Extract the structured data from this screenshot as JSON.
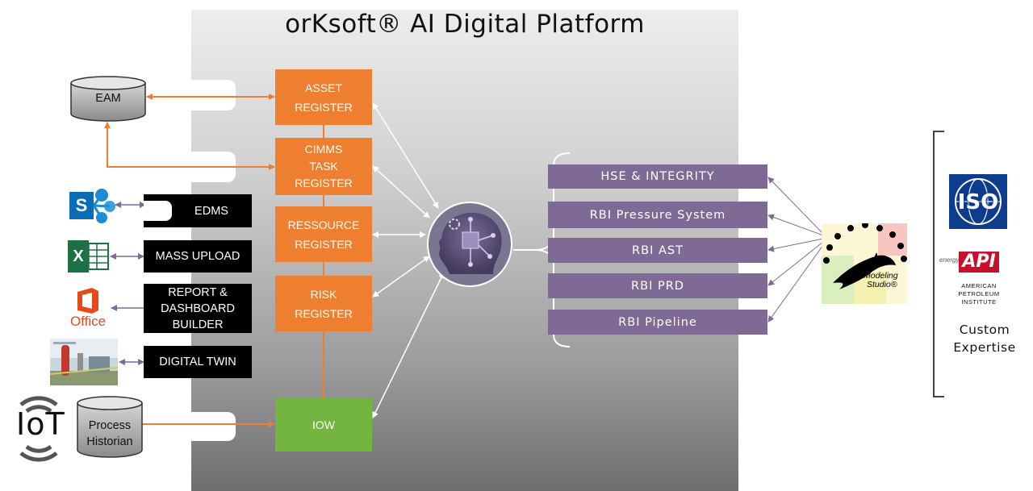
{
  "title": "orKsoft® AI Digital Platform",
  "registers": {
    "asset": [
      "ASSET",
      "REGISTER"
    ],
    "cimms": [
      "CIMMS",
      "TASK",
      "REGISTER"
    ],
    "resource": [
      "RESSOURCE",
      "REGISTER"
    ],
    "risk": [
      "RISK",
      "REGISTER"
    ],
    "iow": "IOW"
  },
  "modules": [
    "HSE & INTEGRITY",
    "RBI Pressure System",
    "RBI AST",
    "RBI PRD",
    "RBI Pipeline"
  ],
  "sources": {
    "eam": "EAM",
    "edms": "EDMS",
    "mass_upload": "MASS UPLOAD",
    "report_builder": [
      "REPORT &",
      "DASHBOARD",
      "BUILDER"
    ],
    "digital_twin": "DIGITAL TWIN",
    "process_historian": [
      "Process",
      "Historian"
    ],
    "iot": "IoT",
    "office": "Office",
    "sharepoint_letter": "S",
    "excel_letter": "X"
  },
  "modeling_studio": [
    "Modeling",
    "Studio®"
  ],
  "standards": {
    "iso": "ISO",
    "api": "API",
    "api_prefix": "energy",
    "api_full": [
      "AMERICAN",
      "PETROLEUM",
      "INSTITUTE"
    ]
  },
  "custom_expertise": [
    "Custom",
    "Expertise"
  ],
  "colors": {
    "register": "#ee7f31",
    "iow": "#74b540",
    "module": "#7e6a95",
    "connector_arrow": "#7e6a95",
    "source_box": "#000000"
  }
}
